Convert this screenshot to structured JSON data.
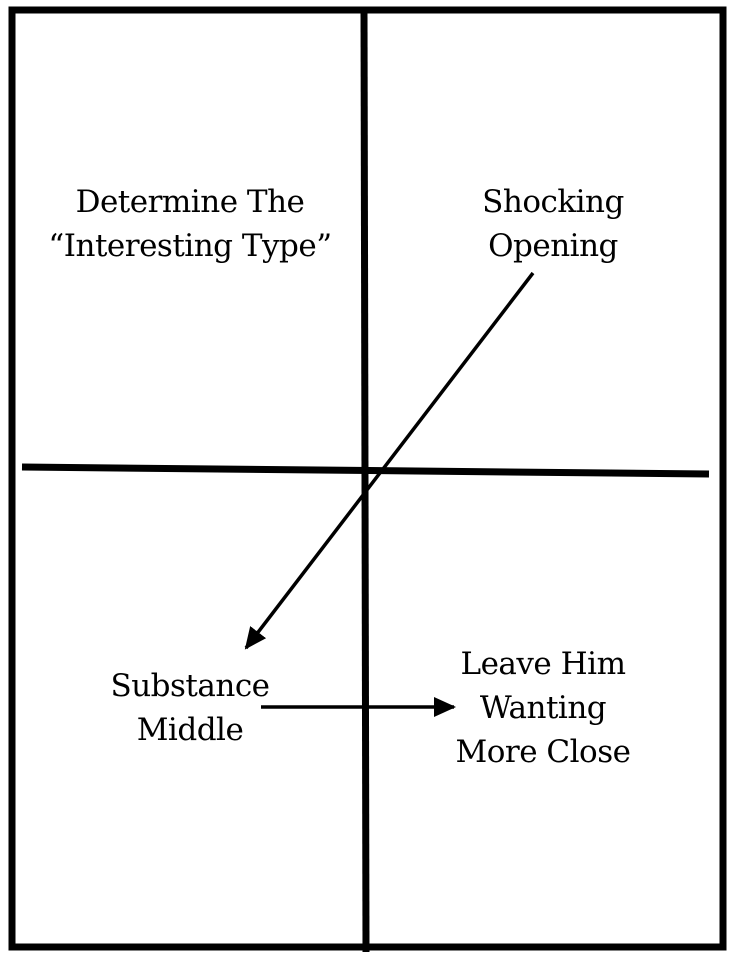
{
  "quadrants": {
    "top_left": {
      "lines": [
        "Determine The",
        "“Interesting Type”"
      ]
    },
    "top_right": {
      "lines": [
        "Shocking",
        "Opening"
      ]
    },
    "bottom_left": {
      "lines": [
        "Substance",
        "Middle"
      ]
    },
    "bottom_right": {
      "lines": [
        "Leave Him",
        "Wanting",
        "More Close"
      ]
    }
  },
  "colors": {
    "stroke": "#000000",
    "background": "#ffffff"
  }
}
